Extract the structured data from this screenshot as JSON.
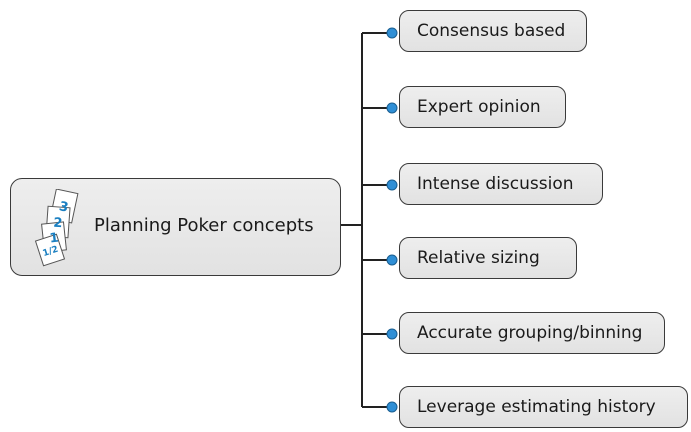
{
  "root": {
    "label": "Planning Poker concepts",
    "icon": "planning-poker-cards-icon",
    "icon_card_labels": [
      "3",
      "2",
      "1",
      "1/2"
    ]
  },
  "children": [
    {
      "label": "Consensus based"
    },
    {
      "label": "Expert opinion"
    },
    {
      "label": "Intense discussion"
    },
    {
      "label": "Relative sizing"
    },
    {
      "label": "Accurate grouping/binning"
    },
    {
      "label": "Leverage estimating history"
    }
  ],
  "colors": {
    "connector": "#222222",
    "node_fill": "#e8e8e8",
    "node_border": "#3a3a3a",
    "dot": "#2f8fd6",
    "card_digit": "#1a7fc1"
  }
}
